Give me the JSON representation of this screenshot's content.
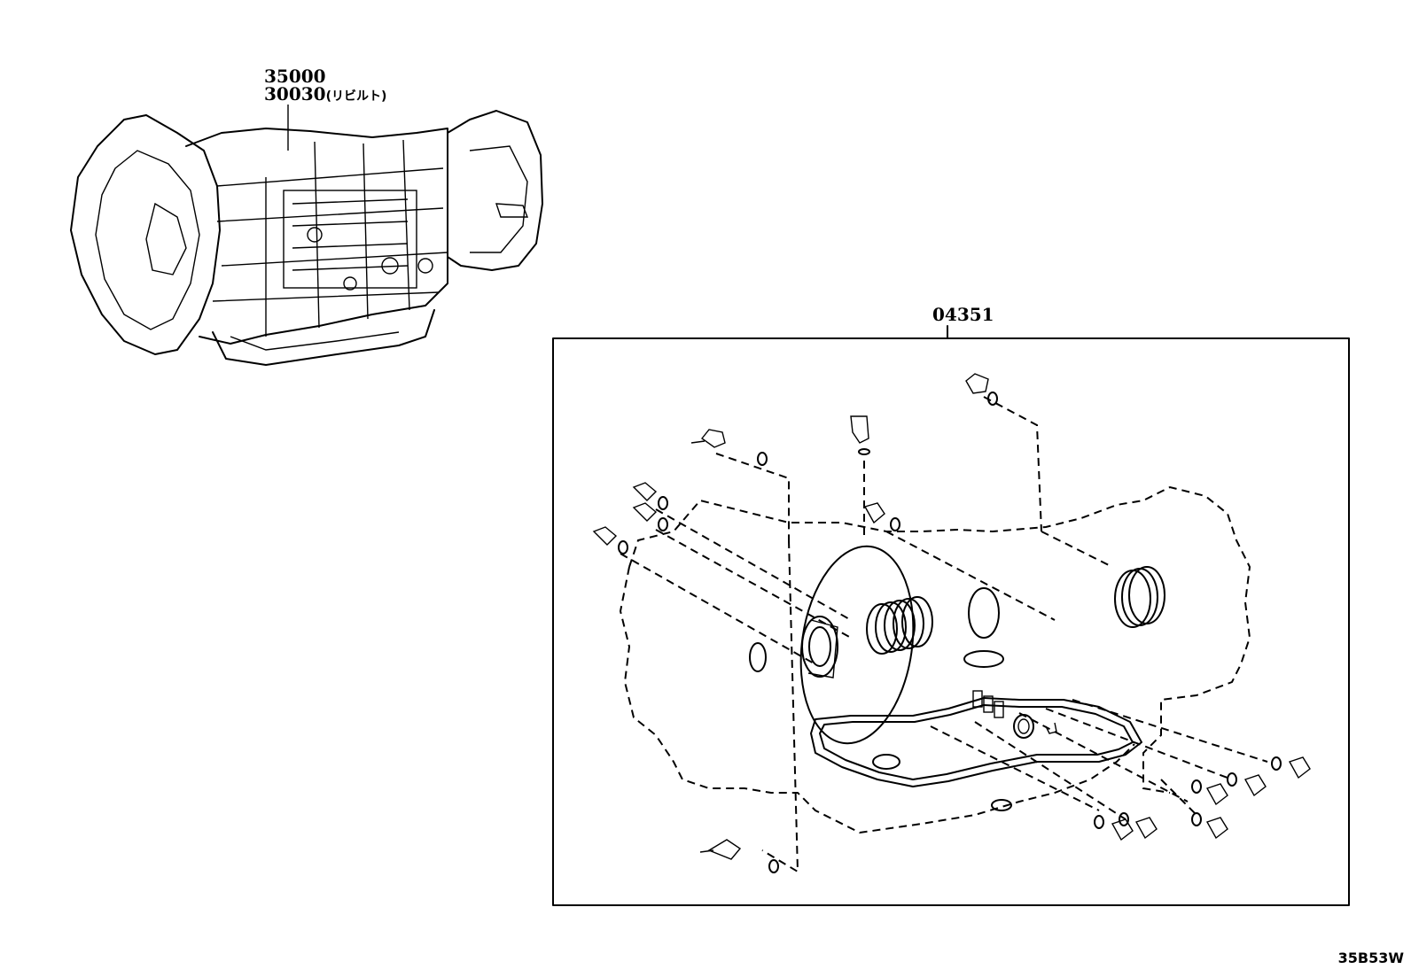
{
  "labels": {
    "transmission_part_a": "35000",
    "transmission_part_b": "30030",
    "transmission_part_b_note": "(リビルト)",
    "gasket_kit": "04351",
    "diagram_code": "35B53W"
  }
}
